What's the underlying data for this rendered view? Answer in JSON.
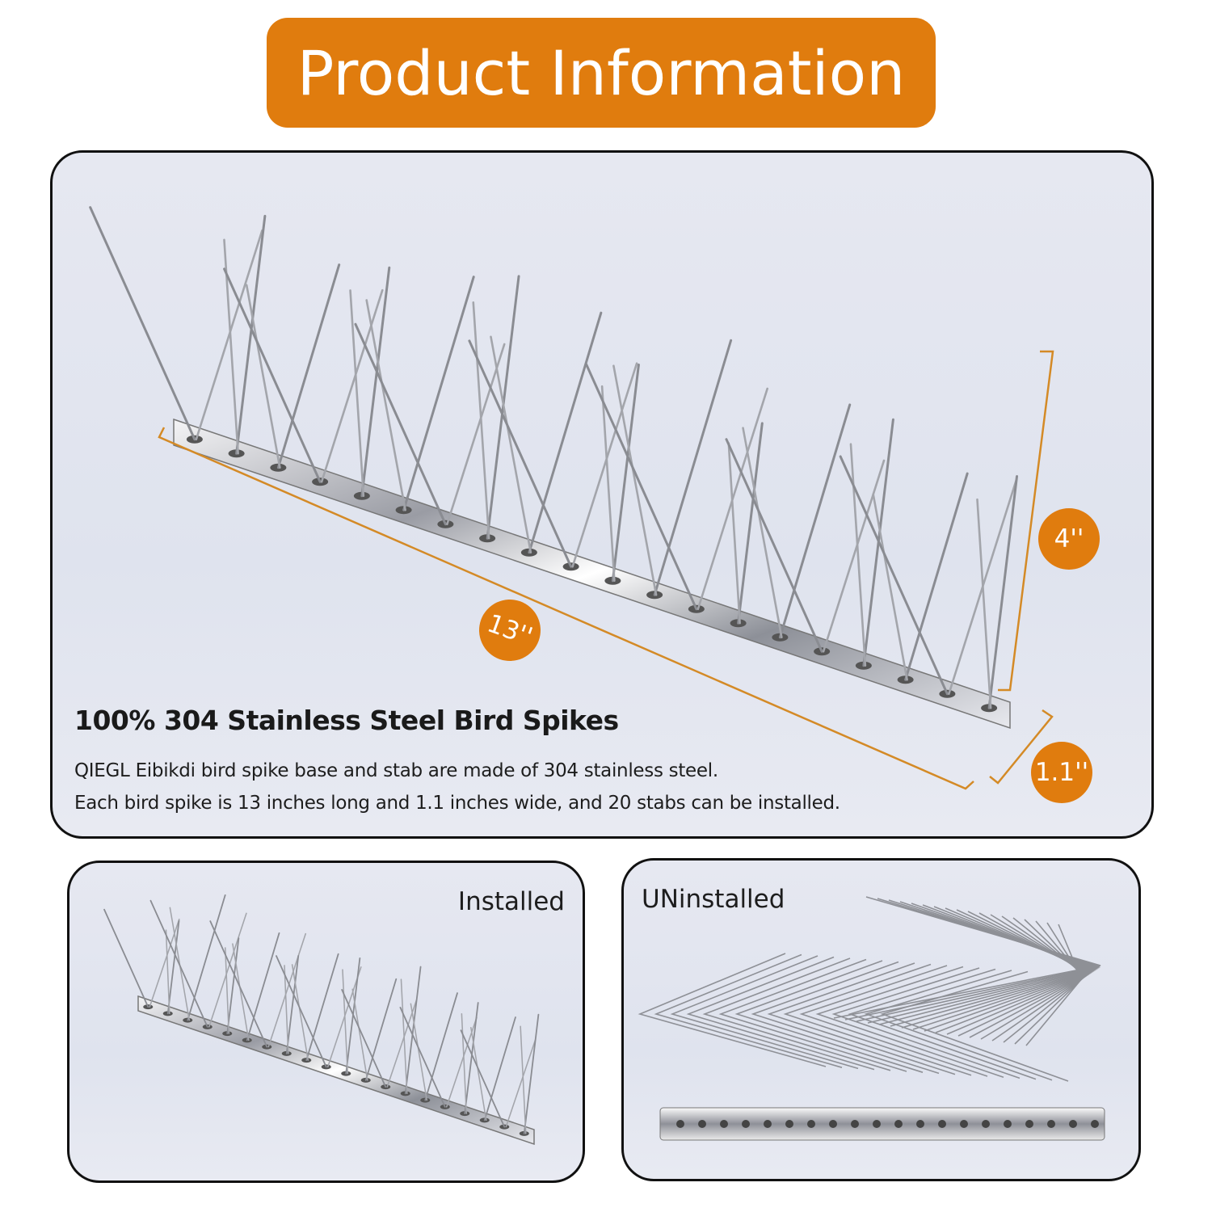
{
  "banner": {
    "title": "Product Information"
  },
  "main": {
    "headline": "100% 304 Stainless Steel Bird Spikes",
    "description": [
      "QIEGL Eibikdi bird spike base and stab are made of 304 stainless steel.",
      "Each bird spike is 13 inches long and 1.1 inches wide, and 20 stabs can be installed."
    ],
    "dimensions": {
      "length": "13''",
      "height": "4''",
      "width": "1.1''"
    }
  },
  "installed": {
    "label": "Installed"
  },
  "uninstalled": {
    "label": "UNinstalled"
  },
  "colors": {
    "accent": "#e07c0e",
    "panel_bg": "#e3e6f0",
    "border": "#111111"
  }
}
